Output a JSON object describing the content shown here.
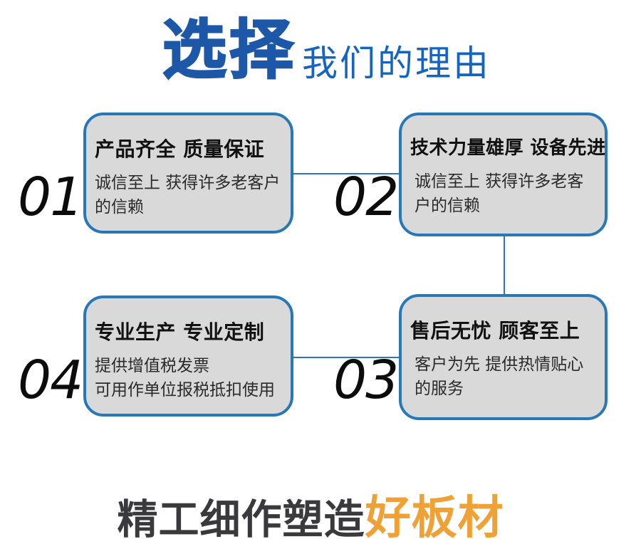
{
  "header": {
    "title_main": "选择",
    "title_rest": "我们的理由"
  },
  "reasons": [
    {
      "number": "01",
      "title": "产品齐全 质量保证",
      "desc": "诚信至上 获得许多老客户的信赖"
    },
    {
      "number": "02",
      "title": "技术力量雄厚 设备先进",
      "desc": "诚信至上 获得许多老客户的信赖"
    },
    {
      "number": "03",
      "title": "售后无忧 顾客至上",
      "desc": "客户为先 提供热情贴心的服务"
    },
    {
      "number": "04",
      "title": "专业生产 专业定制",
      "desc": "提供增值税发票\n可用作单位报税抵扣使用"
    }
  ],
  "footer": {
    "text_dark": "精工细作塑造",
    "text_orange": "好板材"
  },
  "colors": {
    "title_blue": "#1d57a8",
    "subtitle_blue": "#1565c0",
    "box_border_blue": "#2878b8",
    "box_fill_gray": "#d9d9d9",
    "footer_dark": "#3a3a3c",
    "footer_orange": "#efa135"
  }
}
